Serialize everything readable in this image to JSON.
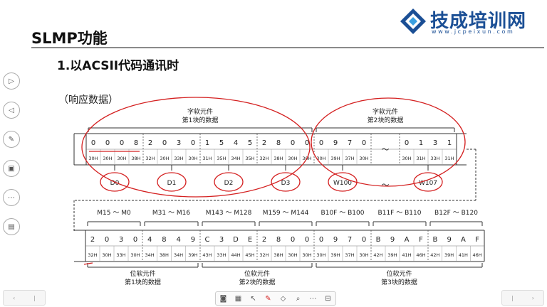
{
  "logo": {
    "name": "技成培训网",
    "url": "www.jcpeixun.com"
  },
  "slide": {
    "title": "SLMP功能",
    "subtitle": "1.以ACSII代码通讯时",
    "section": "（响应数据）"
  },
  "top_frame": {
    "header_groups": [
      {
        "line1": "字软元件",
        "line2": "第1块的数据"
      },
      {
        "line1": "字软元件",
        "line2": "第2块的数据"
      }
    ],
    "groups": [
      {
        "chars": [
          "0",
          "0",
          "0",
          "8"
        ],
        "codes": [
          "30H",
          "30H",
          "30H",
          "38H"
        ],
        "label": "D0"
      },
      {
        "chars": [
          "2",
          "0",
          "3",
          "0"
        ],
        "codes": [
          "32H",
          "30H",
          "33H",
          "30H"
        ],
        "label": "D1"
      },
      {
        "chars": [
          "1",
          "5",
          "4",
          "5"
        ],
        "codes": [
          "31H",
          "35H",
          "34H",
          "35H"
        ],
        "label": "D2"
      },
      {
        "chars": [
          "2",
          "8",
          "0",
          "0"
        ],
        "codes": [
          "32H",
          "38H",
          "30H",
          "30H"
        ],
        "label": "D3"
      },
      {
        "chars": [
          "0",
          "9",
          "7",
          "0"
        ],
        "codes": [
          "30H",
          "39H",
          "37H",
          "30H"
        ],
        "label": "W100"
      },
      {
        "chars": [
          "0",
          "1",
          "3",
          "1"
        ],
        "codes": [
          "30H",
          "31H",
          "33H",
          "31H"
        ],
        "label": "W107"
      }
    ],
    "tilde": "～"
  },
  "bottom_frame": {
    "ranges": [
      "M15 ～ M0",
      "M31 ～ M16",
      "M143 ～ M128",
      "M159 ～ M144",
      "B10F ～ B100",
      "B11F ～ B110",
      "B12F ～ B120"
    ],
    "groups": [
      {
        "chars": [
          "2",
          "0",
          "3",
          "0"
        ],
        "codes": [
          "32H",
          "30H",
          "33H",
          "30H"
        ]
      },
      {
        "chars": [
          "4",
          "8",
          "4",
          "9"
        ],
        "codes": [
          "34H",
          "38H",
          "34H",
          "39H"
        ]
      },
      {
        "chars": [
          "C",
          "3",
          "D",
          "E"
        ],
        "codes": [
          "43H",
          "33H",
          "44H",
          "45H"
        ]
      },
      {
        "chars": [
          "2",
          "8",
          "0",
          "0"
        ],
        "codes": [
          "32H",
          "38H",
          "30H",
          "30H"
        ]
      },
      {
        "chars": [
          "0",
          "9",
          "7",
          "0"
        ],
        "codes": [
          "30H",
          "39H",
          "37H",
          "30H"
        ]
      },
      {
        "chars": [
          "B",
          "9",
          "A",
          "F"
        ],
        "codes": [
          "42H",
          "39H",
          "41H",
          "46H"
        ]
      },
      {
        "chars": [
          "B",
          "9",
          "A",
          "F"
        ],
        "codes": [
          "42H",
          "39H",
          "41H",
          "46H"
        ]
      }
    ],
    "footer_groups": [
      {
        "line1": "位软元件",
        "line2": "第1块的数据"
      },
      {
        "line1": "位软元件",
        "line2": "第2块的数据"
      },
      {
        "line1": "位软元件",
        "line2": "第3块的数据"
      }
    ]
  },
  "colors": {
    "annotation": "#d42020",
    "brand": "#1b4f95",
    "line": "#333333"
  },
  "sidebar": [
    "play-forward-icon",
    "play-back-icon",
    "pen-icon",
    "screen-icon",
    "more-icon",
    "slides-icon"
  ],
  "toolbar": [
    "screen-icon",
    "grid-icon",
    "pointer-icon",
    "pen-icon",
    "eraser-icon",
    "search-icon",
    "more-icon",
    "presentation-icon"
  ]
}
